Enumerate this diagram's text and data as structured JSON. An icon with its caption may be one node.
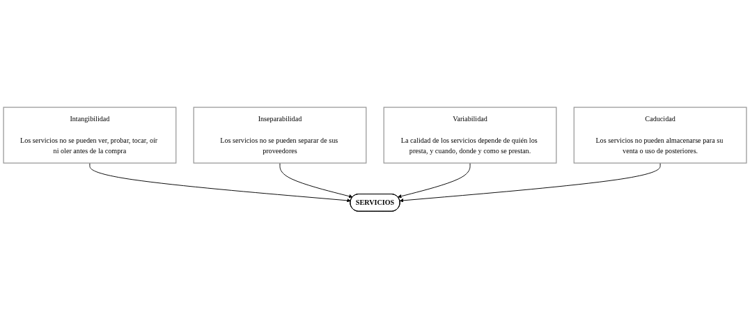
{
  "diagram": {
    "nodes": [
      {
        "text": [
          "Intangibilidad",
          "Los servicios no se pueden ver, probar, tocar, oír ni oler antes de la compra"
        ]
      },
      {
        "text": [
          "Inseparabilidad",
          "Los servicios no se pueden separar de sus proveedores"
        ]
      },
      {
        "text": [
          "SERVICIOS"
        ]
      },
      {
        "text": [
          "Variabilidad",
          "La calidad de los servicios depende de quién los presta, y cuando, donde y como se prestan."
        ]
      },
      {
        "text": [
          "Caducidad",
          "Los servicios no pueden almacenarse para su venta o uso de posteriores."
        ]
      }
    ],
    "edges": [
      {
        "from": 0,
        "to": 2,
        "arrow": "to"
      },
      {
        "from": 1,
        "to": 2,
        "arrow": "to"
      },
      {
        "from": 3,
        "to": 2,
        "arrow": "to"
      },
      {
        "from": 4,
        "to": 2,
        "arrow": "to"
      }
    ]
  }
}
